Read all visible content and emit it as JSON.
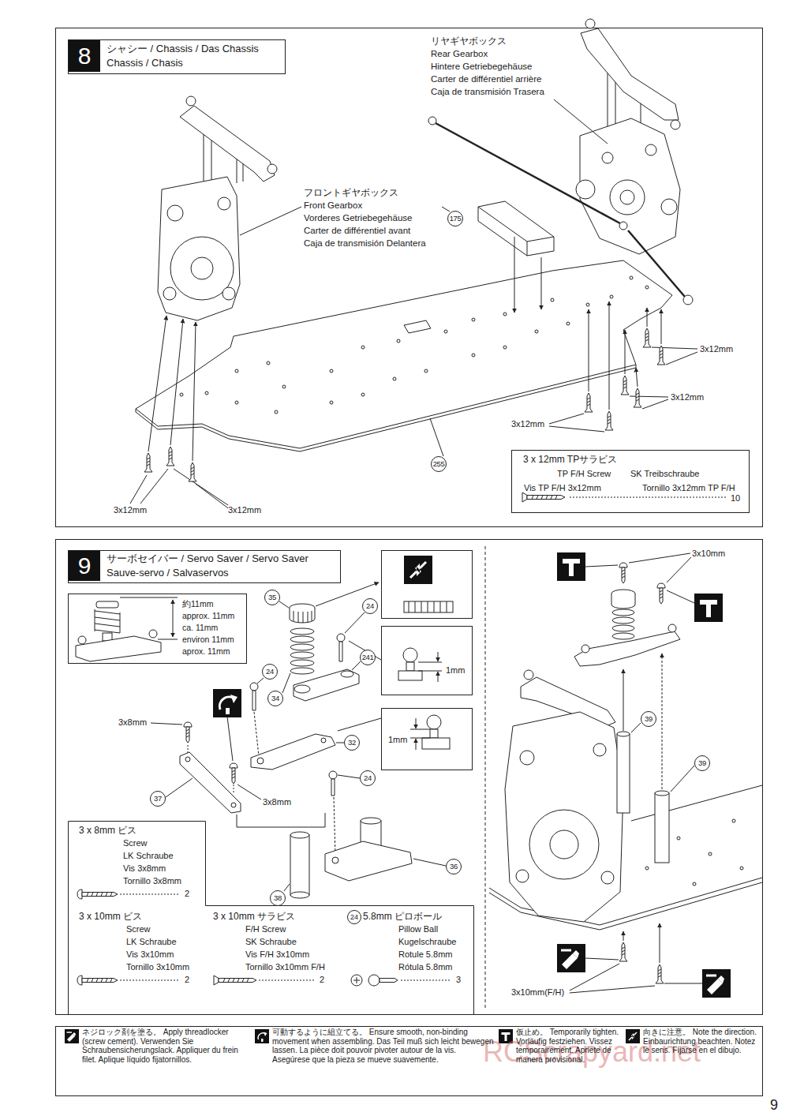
{
  "diagram": {
    "nodes": [
      {
        "text": [
          "8",
          "シャシー / Chassis / Das Chassis",
          "Chassis / Chasis"
        ]
      },
      {
        "text": [
          "3 x 12mm TPサラビス",
          "TP F/H Screw",
          "SK Treibschraube",
          "Vis TP F/H 3x12mm",
          "Tornillo 3x12mm TP F/H",
          "10"
        ]
      },
      {
        "text": [
          "9",
          "サーボセイバー / Servo Saver / Servo Saver",
          "Sauve-servo / Salvaservos"
        ]
      },
      {
        "text": [
          "3 x 8mm ビス",
          "Screw",
          "LK Schraube",
          "Vis 3x8mm",
          "Tornillo 3x8mm",
          "2"
        ]
      },
      {
        "text": [
          "3 x 10mm ビス",
          "Screw",
          "LK Schraube",
          "Vis 3x10mm",
          "Tornillo 3x10mm",
          "2"
        ]
      },
      {
        "text": [
          "3 x 10mm サラビス",
          "F/H Screw",
          "SK Schraube",
          "Vis F/H 3x10mm",
          "Tornillo 3x10mm F/H",
          "2"
        ]
      },
      {
        "text": [
          "24",
          "5.8mm ピロボール",
          "Pillow Ball",
          "Kugelschraube",
          "Rotule 5.8mm",
          "Rótula 5.8mm",
          "3"
        ]
      }
    ],
    "labels": [
      "リヤギヤボックス",
      "Rear Gearbox",
      "Hintere Getriebegehäuse",
      "Carter de différentiel arrière",
      "Caja de transmisión Trasera",
      "フロントギヤボックス",
      "Front Gearbox",
      "Vorderes Getriebegehäuse",
      "Carter de différentiel avant",
      "Caja de transmisión Delantera",
      "175",
      "255",
      "3x12mm",
      "3x12mm",
      "3x12mm",
      "3x12mm",
      "3x12mm",
      "約11mm",
      "approx. 11mm",
      "ca. 11mm",
      "environ 11mm",
      "aprox. 11mm",
      "35",
      "24",
      "241",
      "24",
      "34",
      "1mm",
      "32",
      "1mm",
      "3x8mm",
      "3x8mm",
      "37",
      "24",
      "36",
      "38",
      "3x10mm",
      "39",
      "39",
      "3x10mm(F/H)",
      "RCScrapyard.net",
      "9"
    ],
    "legend": [
      {
        "text": "ネジロック剤を塗る。 Apply threadlocker (screw cement). Verwenden Sie Schraubensicherungslack. Appliquer du frein filet. Aplique líquido fijatornillos."
      },
      {
        "text": "可動するように組立てる。 Ensure smooth, non-binding movement when assembling. Das Teil muß sich leicht bewegen lassen. La pièce doit pouvoir pivoter autour de la vis. Asegúrese que la pieza se mueve suavemente."
      },
      {
        "text": "仮止め。 Temporarily tighten. Vorläufig festziehen. Vissez temporairement. Apriete de manera provisional."
      },
      {
        "text": "向きに注意。 Note the direction. Einbaurichtung beachten. Notez le sens. Fíjarse en el dibujo."
      }
    ]
  }
}
